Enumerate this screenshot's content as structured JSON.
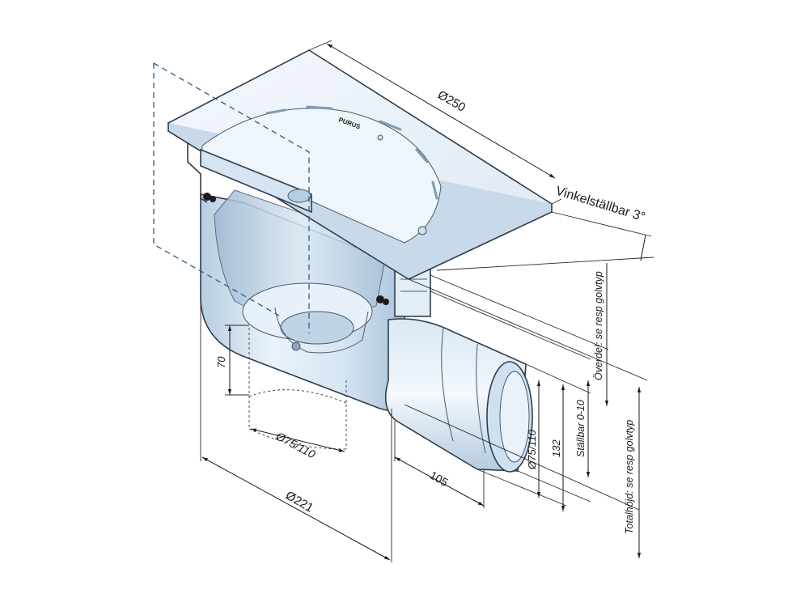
{
  "drawing": {
    "dimensions": {
      "top_diameter": "Ø250",
      "angle_adjust": "Vinkelställbar 3°",
      "upper_part": "Överdel: se resp golvtyp",
      "adjustable": "Ställbar 0-10",
      "outlet_diameter": "Ø75/110",
      "outlet_height": "132",
      "total_height": "Totalhöjd: se resp golvtyp",
      "outlet_length": "105",
      "body_diameter": "Ø221",
      "bottom_outlet_diameter": "Ø75/110",
      "bottom_depth": "70"
    },
    "logo_text": "PURUS"
  },
  "colors": {
    "body_light": "#eef5fb",
    "body_mid": "#c9dcec",
    "body_dark": "#7f9bb5",
    "outline": "#2f3d4c",
    "dashed_blue": "#2e5a8c",
    "seal": "#1b1b1b"
  }
}
